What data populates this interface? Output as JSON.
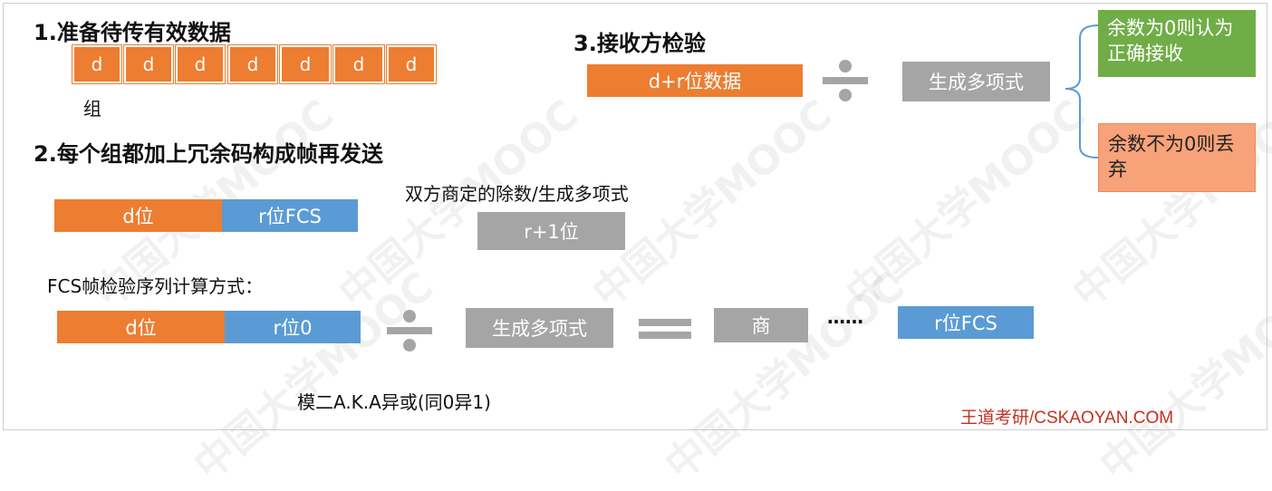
{
  "step1": {
    "title": "1.准备待传有效数据",
    "cells": [
      "d",
      "d",
      "d",
      "d",
      "d",
      "d",
      "d"
    ],
    "group_label": "组"
  },
  "step2": {
    "title": "2.每个组都加上冗余码构成帧再发送",
    "frame_data": "d位",
    "frame_fcs": "r位FCS",
    "divisor_caption": "双方商定的除数/生成多项式",
    "divisor_box": "r+1位"
  },
  "fcs_calc": {
    "title": "FCS帧检验序列计算方式：",
    "data": "d位",
    "zeros": "r位0",
    "divisor": "生成多项式",
    "quotient": "商",
    "dots": "……",
    "remainder": "r位FCS",
    "mod2_note": "模二A.K.A异或(同0异1)"
  },
  "step3": {
    "title": "3.接收方检验",
    "received": "d+r位数据",
    "divisor": "生成多项式",
    "ok_result": "余数为0则认为正确接收",
    "bad_result": "余数不为0则丢弃"
  },
  "watermark": {
    "brand": "王道考研/CSKAOYAN.COM",
    "tiles": [
      "中国大学MOOC",
      "中国大学MOOC",
      "中国大学MOOC",
      "中国大学MOOC",
      "中国大学MOOC",
      "中国大学MOOC",
      "中国大学MOOC",
      "中国大学MOOC"
    ]
  },
  "colors": {
    "orange": "#ed7d31",
    "blue": "#5b9bd5",
    "gray": "#a5a5a5",
    "green": "#70ad47",
    "salmon": "#f8a27a"
  }
}
